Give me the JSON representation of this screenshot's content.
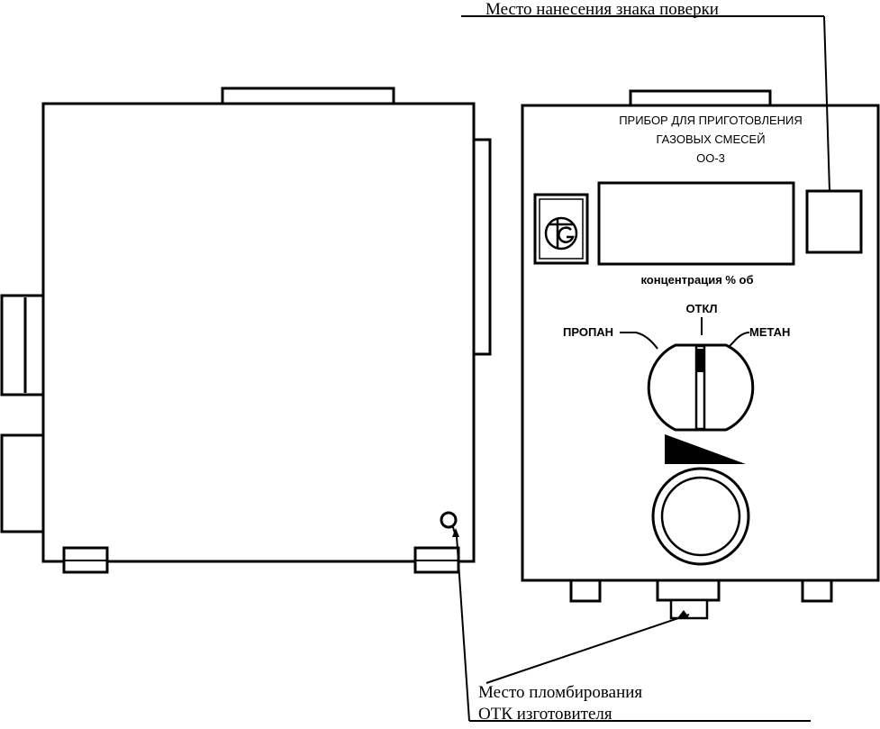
{
  "labels": {
    "verification_mark": "Место нанесения знака поверки",
    "seal_line1": "Место пломбирования",
    "seal_line2": "ОТК изготовителя"
  },
  "front_panel": {
    "title_line1": "ПРИБОР ДЛЯ ПРИГОТОВЛЕНИЯ",
    "title_line2": "ГАЗОВЫХ СМЕСЕЙ",
    "title_line3": "ОО-3",
    "display_caption": "концентрация  % об",
    "switch_left": "ПРОПАН",
    "switch_center": "ОТКЛ",
    "switch_right": "МЕТАН",
    "logo_icon": "metrology-mark-icon"
  }
}
